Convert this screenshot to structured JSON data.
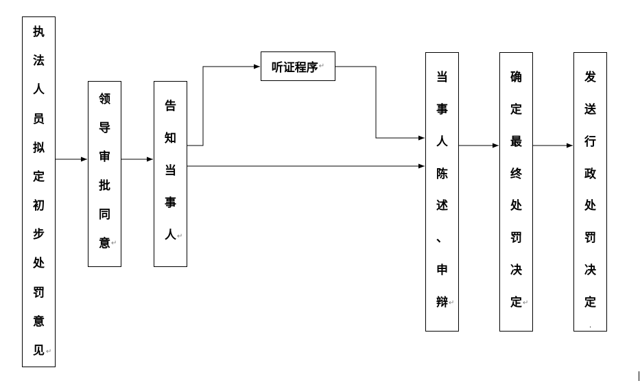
{
  "boxes": {
    "step1": {
      "label": "执法人员拟定初步处罚意见"
    },
    "step2": {
      "label": "领导审批同意"
    },
    "step3": {
      "label": "告知当事人"
    },
    "hearing": {
      "label": "听证程序"
    },
    "step4": {
      "label": "当事人陈述、申辩"
    },
    "step5": {
      "label": "确定最终处罚决定"
    },
    "step6": {
      "label": "发送行政处罚决定"
    }
  },
  "colors": {
    "line": "#000000",
    "box_border": "#000000",
    "paragraph_mark": "#7f7f7f"
  }
}
